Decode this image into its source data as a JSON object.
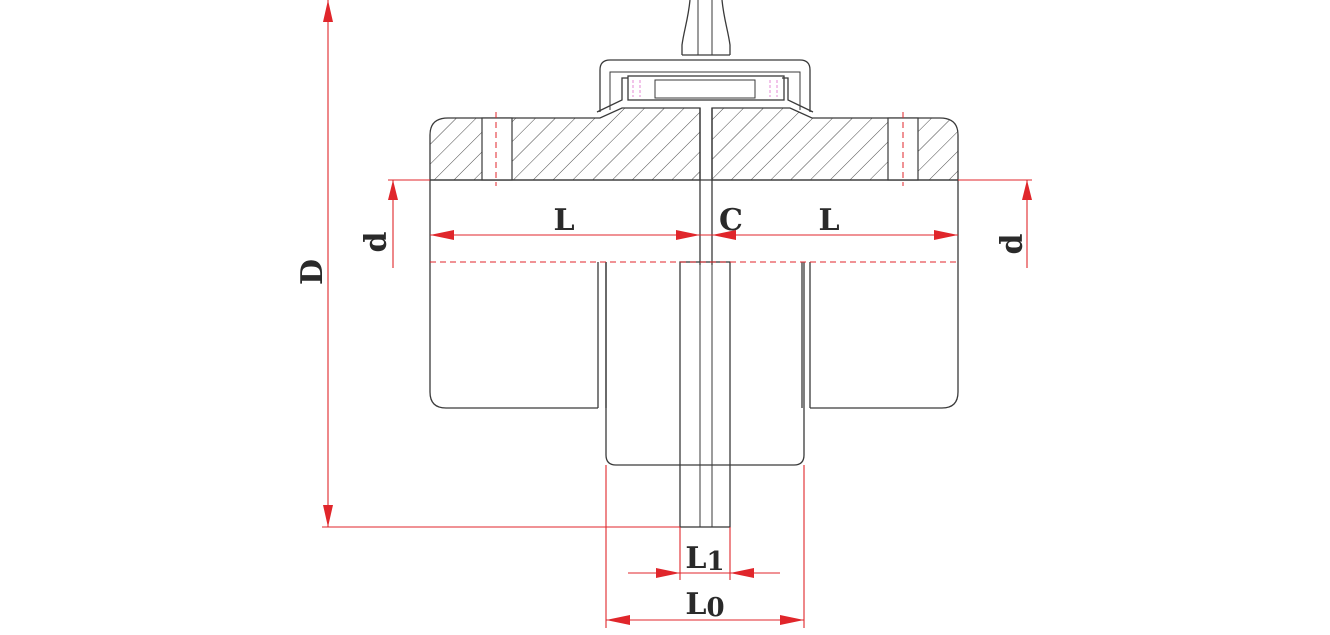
{
  "labels": {
    "D": "D",
    "d_left": "d",
    "d_right": "d",
    "L_left": "L",
    "C": "C",
    "L_right": "L",
    "L1_main": "L",
    "L1_sub": "1",
    "L0_main": "L",
    "L0_sub": "0"
  },
  "colors": {
    "dimension": "#e0262b",
    "outline": "#3a3a3a"
  }
}
